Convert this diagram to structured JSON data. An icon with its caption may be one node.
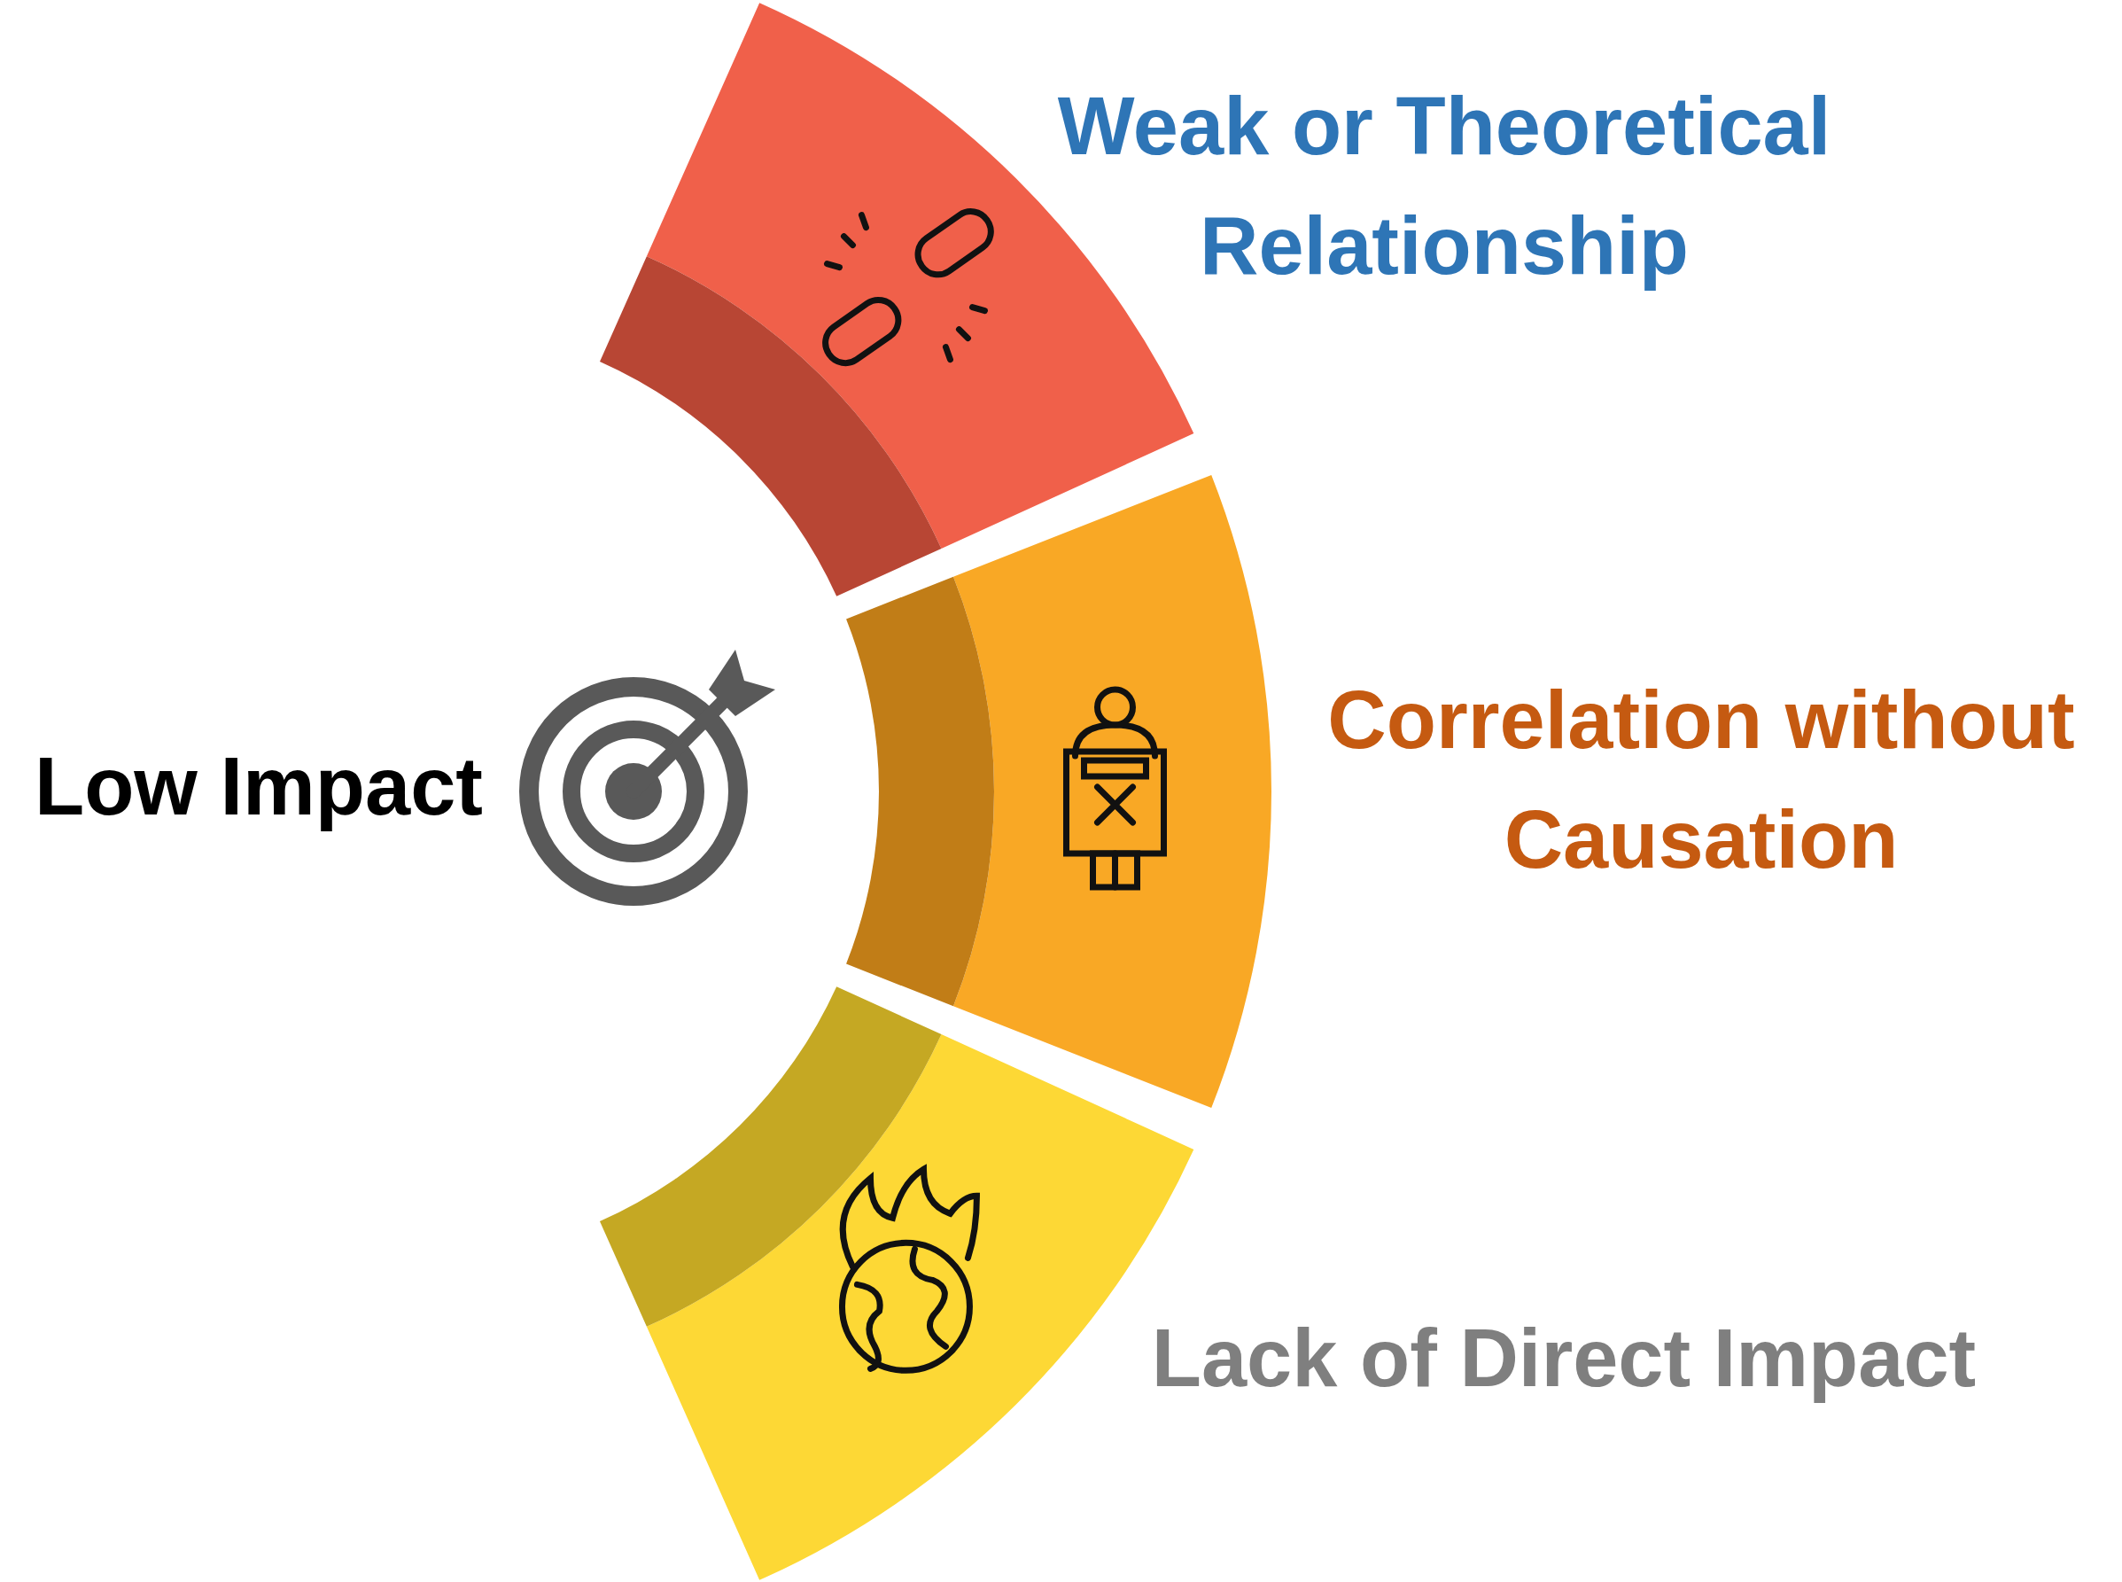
{
  "diagram": {
    "nodes": [
      {
        "text": [
          "Weak or Theoretical Relationship"
        ]
      },
      {
        "text": [
          "Correlation without Causation"
        ]
      },
      {
        "text": [
          "Lack of Direct Impact"
        ]
      }
    ],
    "labels": [
      "Low Impact"
    ]
  }
}
